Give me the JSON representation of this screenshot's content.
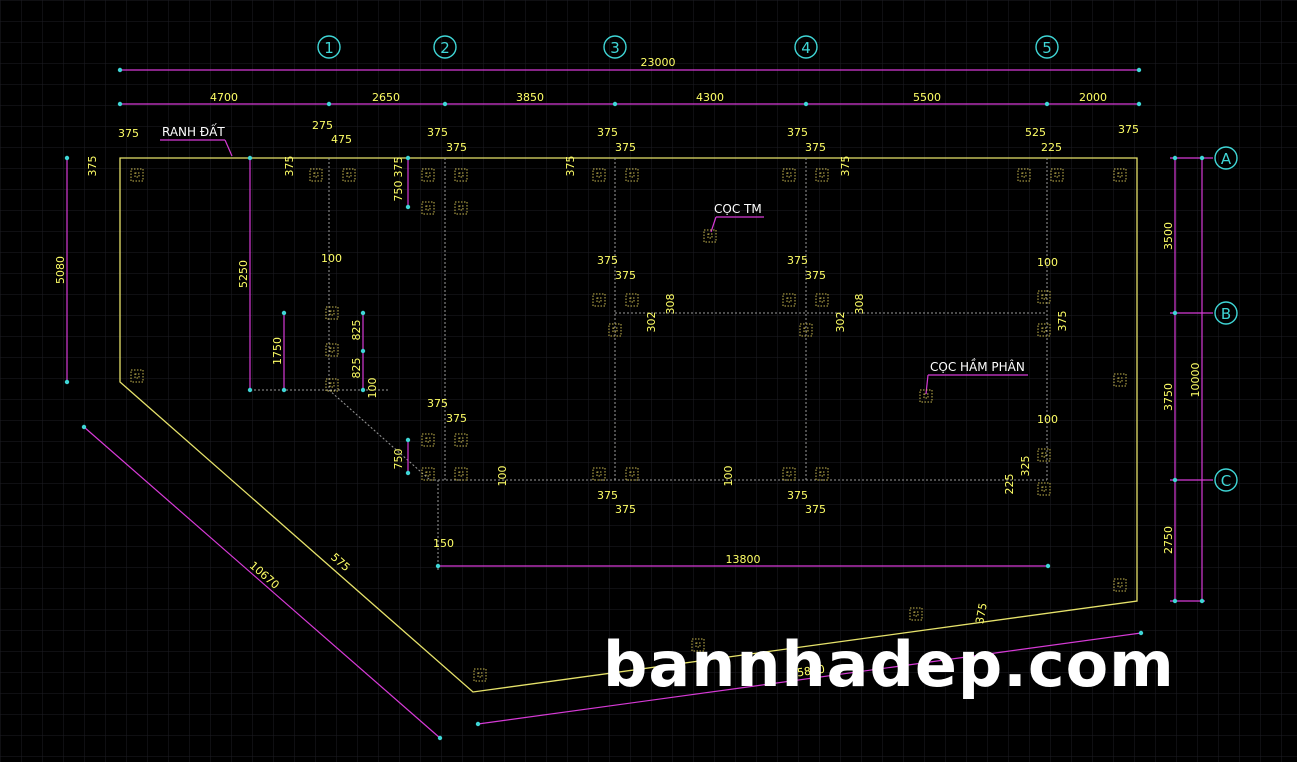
{
  "colors": {
    "background": "#000000",
    "grid": "#1e1e24",
    "boundary": "#e6e26a",
    "dimension": "#d63ad6",
    "axis": "#3fd6d6",
    "pile": "#c9b850",
    "text": "#ffff66"
  },
  "labels": {
    "ranh_dat": "RANH ĐẤT",
    "coc_tm": "CỌC TM",
    "coc_ham_phan": "CỌC HẦM PHÂN",
    "watermark": "bannhadep.com"
  },
  "axes_top": [
    "1",
    "2",
    "3",
    "4",
    "5"
  ],
  "axes_right": [
    "A",
    "B",
    "C"
  ],
  "dimensions": {
    "total_top": "23000",
    "top_segments": [
      "4700",
      "2650",
      "3850",
      "4300",
      "5500",
      "2000"
    ],
    "right_total": "10000",
    "right_segments": [
      "3500",
      "3750",
      "2750"
    ],
    "left_height": "5080",
    "inner_height": "5250",
    "side_1750": "1750",
    "diag_10670": "10670",
    "bottom_15800": "15800",
    "inner_13800": "13800",
    "small": [
      "375",
      "275",
      "475",
      "375",
      "375",
      "375",
      "375",
      "525",
      "225",
      "375",
      "375",
      "375",
      "375",
      "750",
      "375",
      "100",
      "375",
      "375",
      "375",
      "375",
      "100",
      "302",
      "308",
      "302",
      "308",
      "375",
      "825",
      "825",
      "100",
      "375",
      "375",
      "750",
      "100",
      "100",
      "375",
      "375",
      "100",
      "325",
      "225",
      "150",
      "375",
      "375",
      "375",
      "375",
      "375",
      "575",
      "375"
    ]
  }
}
